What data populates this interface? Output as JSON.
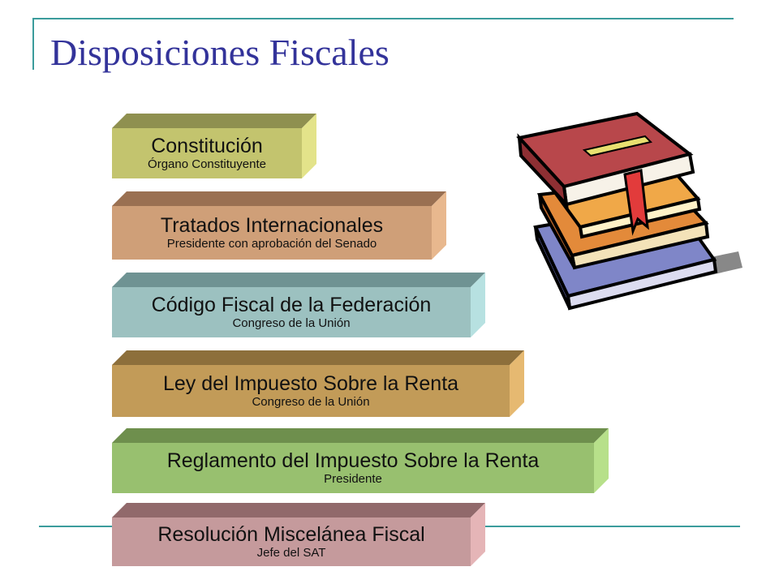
{
  "title": "Disposiciones Fiscales",
  "blocks": [
    {
      "title": "Constitución",
      "subtitle": "Órgano Constituyente",
      "front": "#c3c46e",
      "top": "#8f9050",
      "side": "#e3e38a"
    },
    {
      "title": "Tratados Internacionales",
      "subtitle": "Presidente con aprobación del Senado",
      "front": "#cf9f78",
      "top": "#9a7052",
      "side": "#e8b88e"
    },
    {
      "title": "Código Fiscal de la Federación",
      "subtitle": "Congreso de la Unión",
      "front": "#9cc1c0",
      "top": "#6f9393",
      "side": "#b7e1e1"
    },
    {
      "title": "Ley del Impuesto Sobre la Renta",
      "subtitle": "Congreso de la Unión",
      "front": "#c29b58",
      "top": "#8d6f3b",
      "side": "#e6b971"
    },
    {
      "title": "Reglamento del Impuesto Sobre la Renta",
      "subtitle": "Presidente",
      "front": "#98c06f",
      "top": "#6e8f4d",
      "side": "#b7e08a"
    },
    {
      "title": "Resolución Miscelánea Fiscal",
      "subtitle": "Jefe del SAT",
      "front": "#c59a9c",
      "top": "#91696b",
      "side": "#e5b5b7"
    }
  ],
  "books_image": "books-clipart-icon"
}
